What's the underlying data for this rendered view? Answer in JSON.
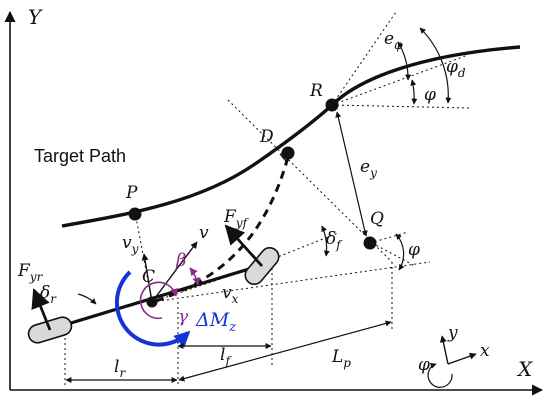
{
  "colors": {
    "ink": "#111111",
    "purple": "#8b2c8b",
    "blue": "#1434d8",
    "wheel_fill": "#d9d9d9"
  },
  "caption": "Target Path",
  "axes": {
    "x": "X",
    "y": "Y"
  },
  "points": {
    "P": "P",
    "D": "D",
    "R": "R",
    "Q": "Q",
    "C": "C"
  },
  "forces": {
    "front": "F",
    "front_sub": "yf",
    "rear": "F",
    "rear_sub": "yr"
  },
  "velocity": {
    "v": "v",
    "vx": "v",
    "vx_sub": "x",
    "vy": "v",
    "vy_sub": "y"
  },
  "angles": {
    "beta": "β",
    "gamma": "γ",
    "delta": "δ",
    "delta_f_sub": "f",
    "delta_r_sub": "r",
    "phi": "φ",
    "phi_d_sub": "d",
    "e": "e",
    "e_phi_sub": "φ",
    "e_y_sub": "y"
  },
  "moment": {
    "delta": "ΔM",
    "sub": "z"
  },
  "lengths": {
    "l": "l",
    "lr_sub": "r",
    "lf_sub": "f",
    "L": "L",
    "Lp_sub": "p"
  },
  "frame": {
    "x": "x",
    "y": "y",
    "phi": "φ"
  }
}
